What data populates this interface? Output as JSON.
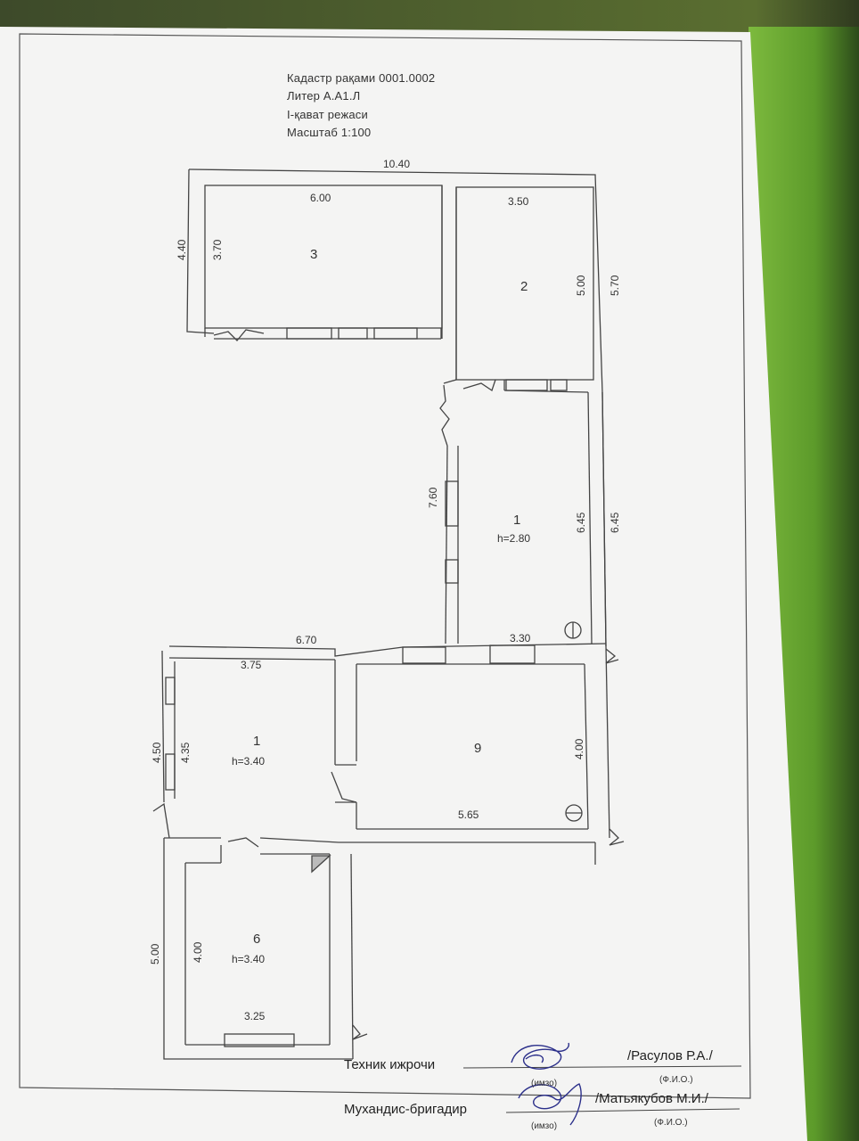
{
  "header": {
    "cadastre": "Кадастр рақами 0001.0002",
    "litera": "Литер А.А1.Л",
    "floor": "I-қават режаси",
    "scale": "Масштаб 1:100"
  },
  "plan": {
    "top_total": "10.40",
    "room3": {
      "number": "3",
      "width": "6.00",
      "inner_h": "3.70",
      "outer_h": "4.40"
    },
    "room2": {
      "number": "2",
      "width": "3.50",
      "inner_h": "5.00",
      "outer_h": "5.70"
    },
    "corridor1": {
      "number": "1",
      "height": "h=2.80",
      "left": "7.60",
      "inner": "6.45",
      "outer": "6.45",
      "bottom": "3.30"
    },
    "room1b": {
      "number": "1",
      "height": "h=3.40",
      "top_outer": "6.70",
      "width": "3.75",
      "outer_h": "4.50",
      "inner_h": "4.35"
    },
    "room9": {
      "number": "9",
      "inner_h": "4.00",
      "width": "5.65"
    },
    "room6": {
      "number": "6",
      "height": "h=3.40",
      "outer_h": "5.00",
      "inner_h": "4.00",
      "width": "3.25"
    }
  },
  "signatures": {
    "tech_label": "Техник ижрочи",
    "tech_name": "/Расулов Р.А./",
    "eng_label": "Мухандис-бригадир",
    "eng_name": "/Матьякубов М.И./",
    "sign_note_1": "(имзо)",
    "sign_note_2": "(имзо)",
    "fio_1": "(Ф.И.О.)",
    "fio_2": "(Ф.И.О.)"
  }
}
